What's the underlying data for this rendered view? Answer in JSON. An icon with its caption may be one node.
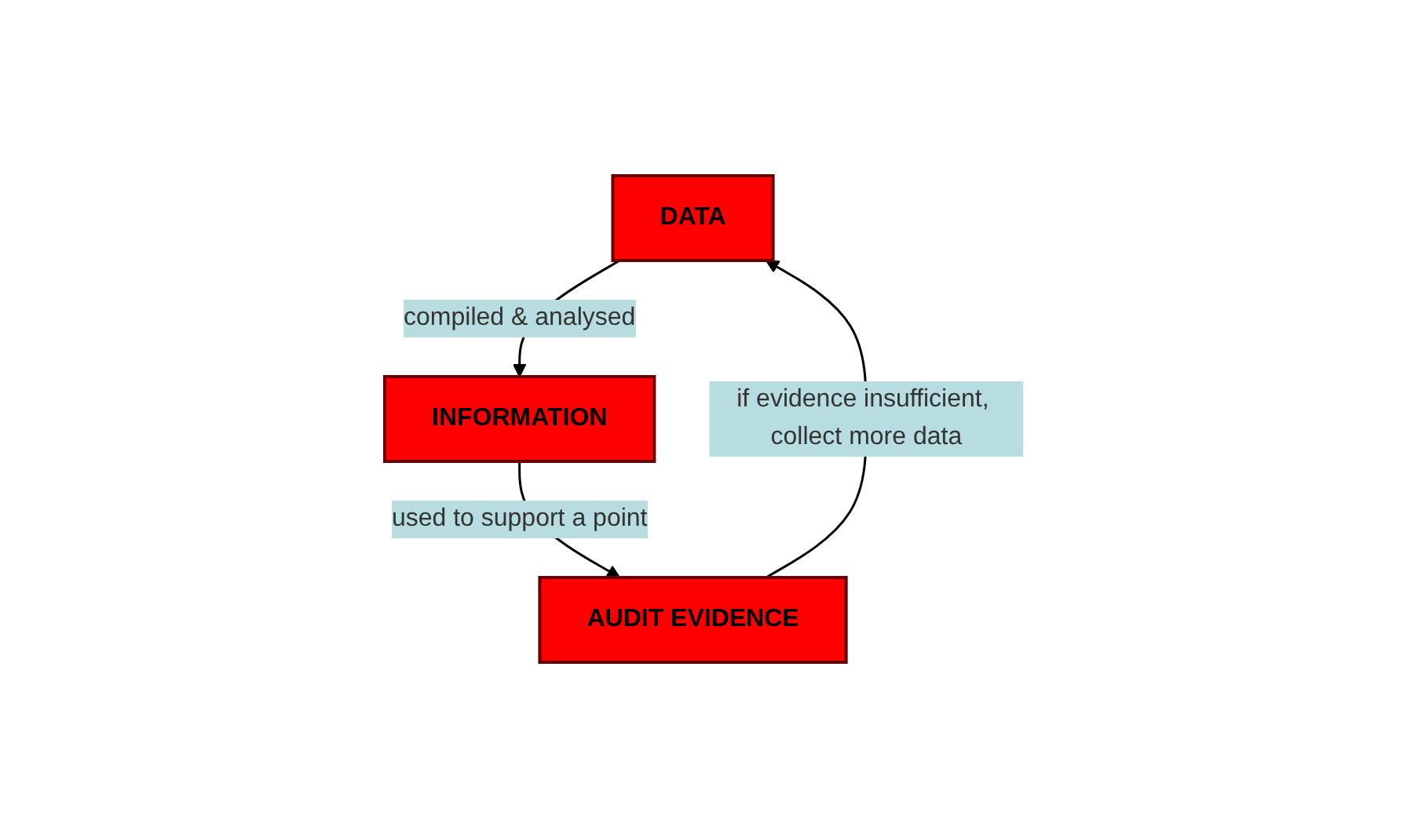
{
  "diagram": {
    "nodes": [
      {
        "text": [
          "DATA"
        ]
      },
      {
        "text": [
          "INFORMATION"
        ]
      },
      {
        "text": [
          "AUDIT EVIDENCE"
        ]
      }
    ],
    "edges": [
      {
        "from": 0,
        "to": 1,
        "arrow": "to",
        "label": "compiled & analysed"
      },
      {
        "from": 1,
        "to": 2,
        "arrow": "to",
        "label": "used to support a point"
      },
      {
        "from": 2,
        "to": 0,
        "arrow": "to",
        "label": "if evidence insufficient, collect more data"
      }
    ]
  }
}
